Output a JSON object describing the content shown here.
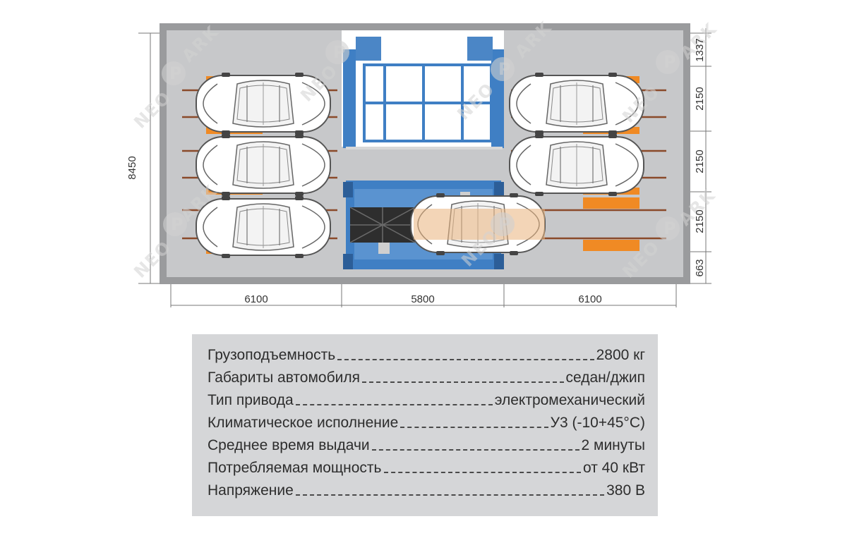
{
  "dimensions": {
    "total_height": "8450",
    "left_width": "6100",
    "middle_width": "5800",
    "right_width": "6100",
    "right_segments": [
      "1337",
      "2150",
      "2150",
      "2150",
      "663"
    ]
  },
  "watermark": {
    "text_top": "NEO",
    "text_bottom": "ARK",
    "logo_letter": "P"
  },
  "colors": {
    "floor": "#c7c8ca",
    "wall": "#9a9b9d",
    "lift_blue": "#3f7fc4",
    "pallet_orange": "#f08a24",
    "panel_bg": "#d5d6d8"
  },
  "specs": [
    {
      "label": "Грузоподъемность",
      "value": "2800 кг"
    },
    {
      "label": "Габариты автомобиля",
      "value": "седан/джип"
    },
    {
      "label": "Тип привода",
      "value": "электромеханический"
    },
    {
      "label": "Климатическое исполнение",
      "value": "У3 (-10+45°С)"
    },
    {
      "label": "Среднее время выдачи",
      "value": "2 минуты"
    },
    {
      "label": "Потребляемая мощность",
      "value": "от 40 кВт"
    },
    {
      "label": "Напряжение",
      "value": "380 В"
    }
  ]
}
